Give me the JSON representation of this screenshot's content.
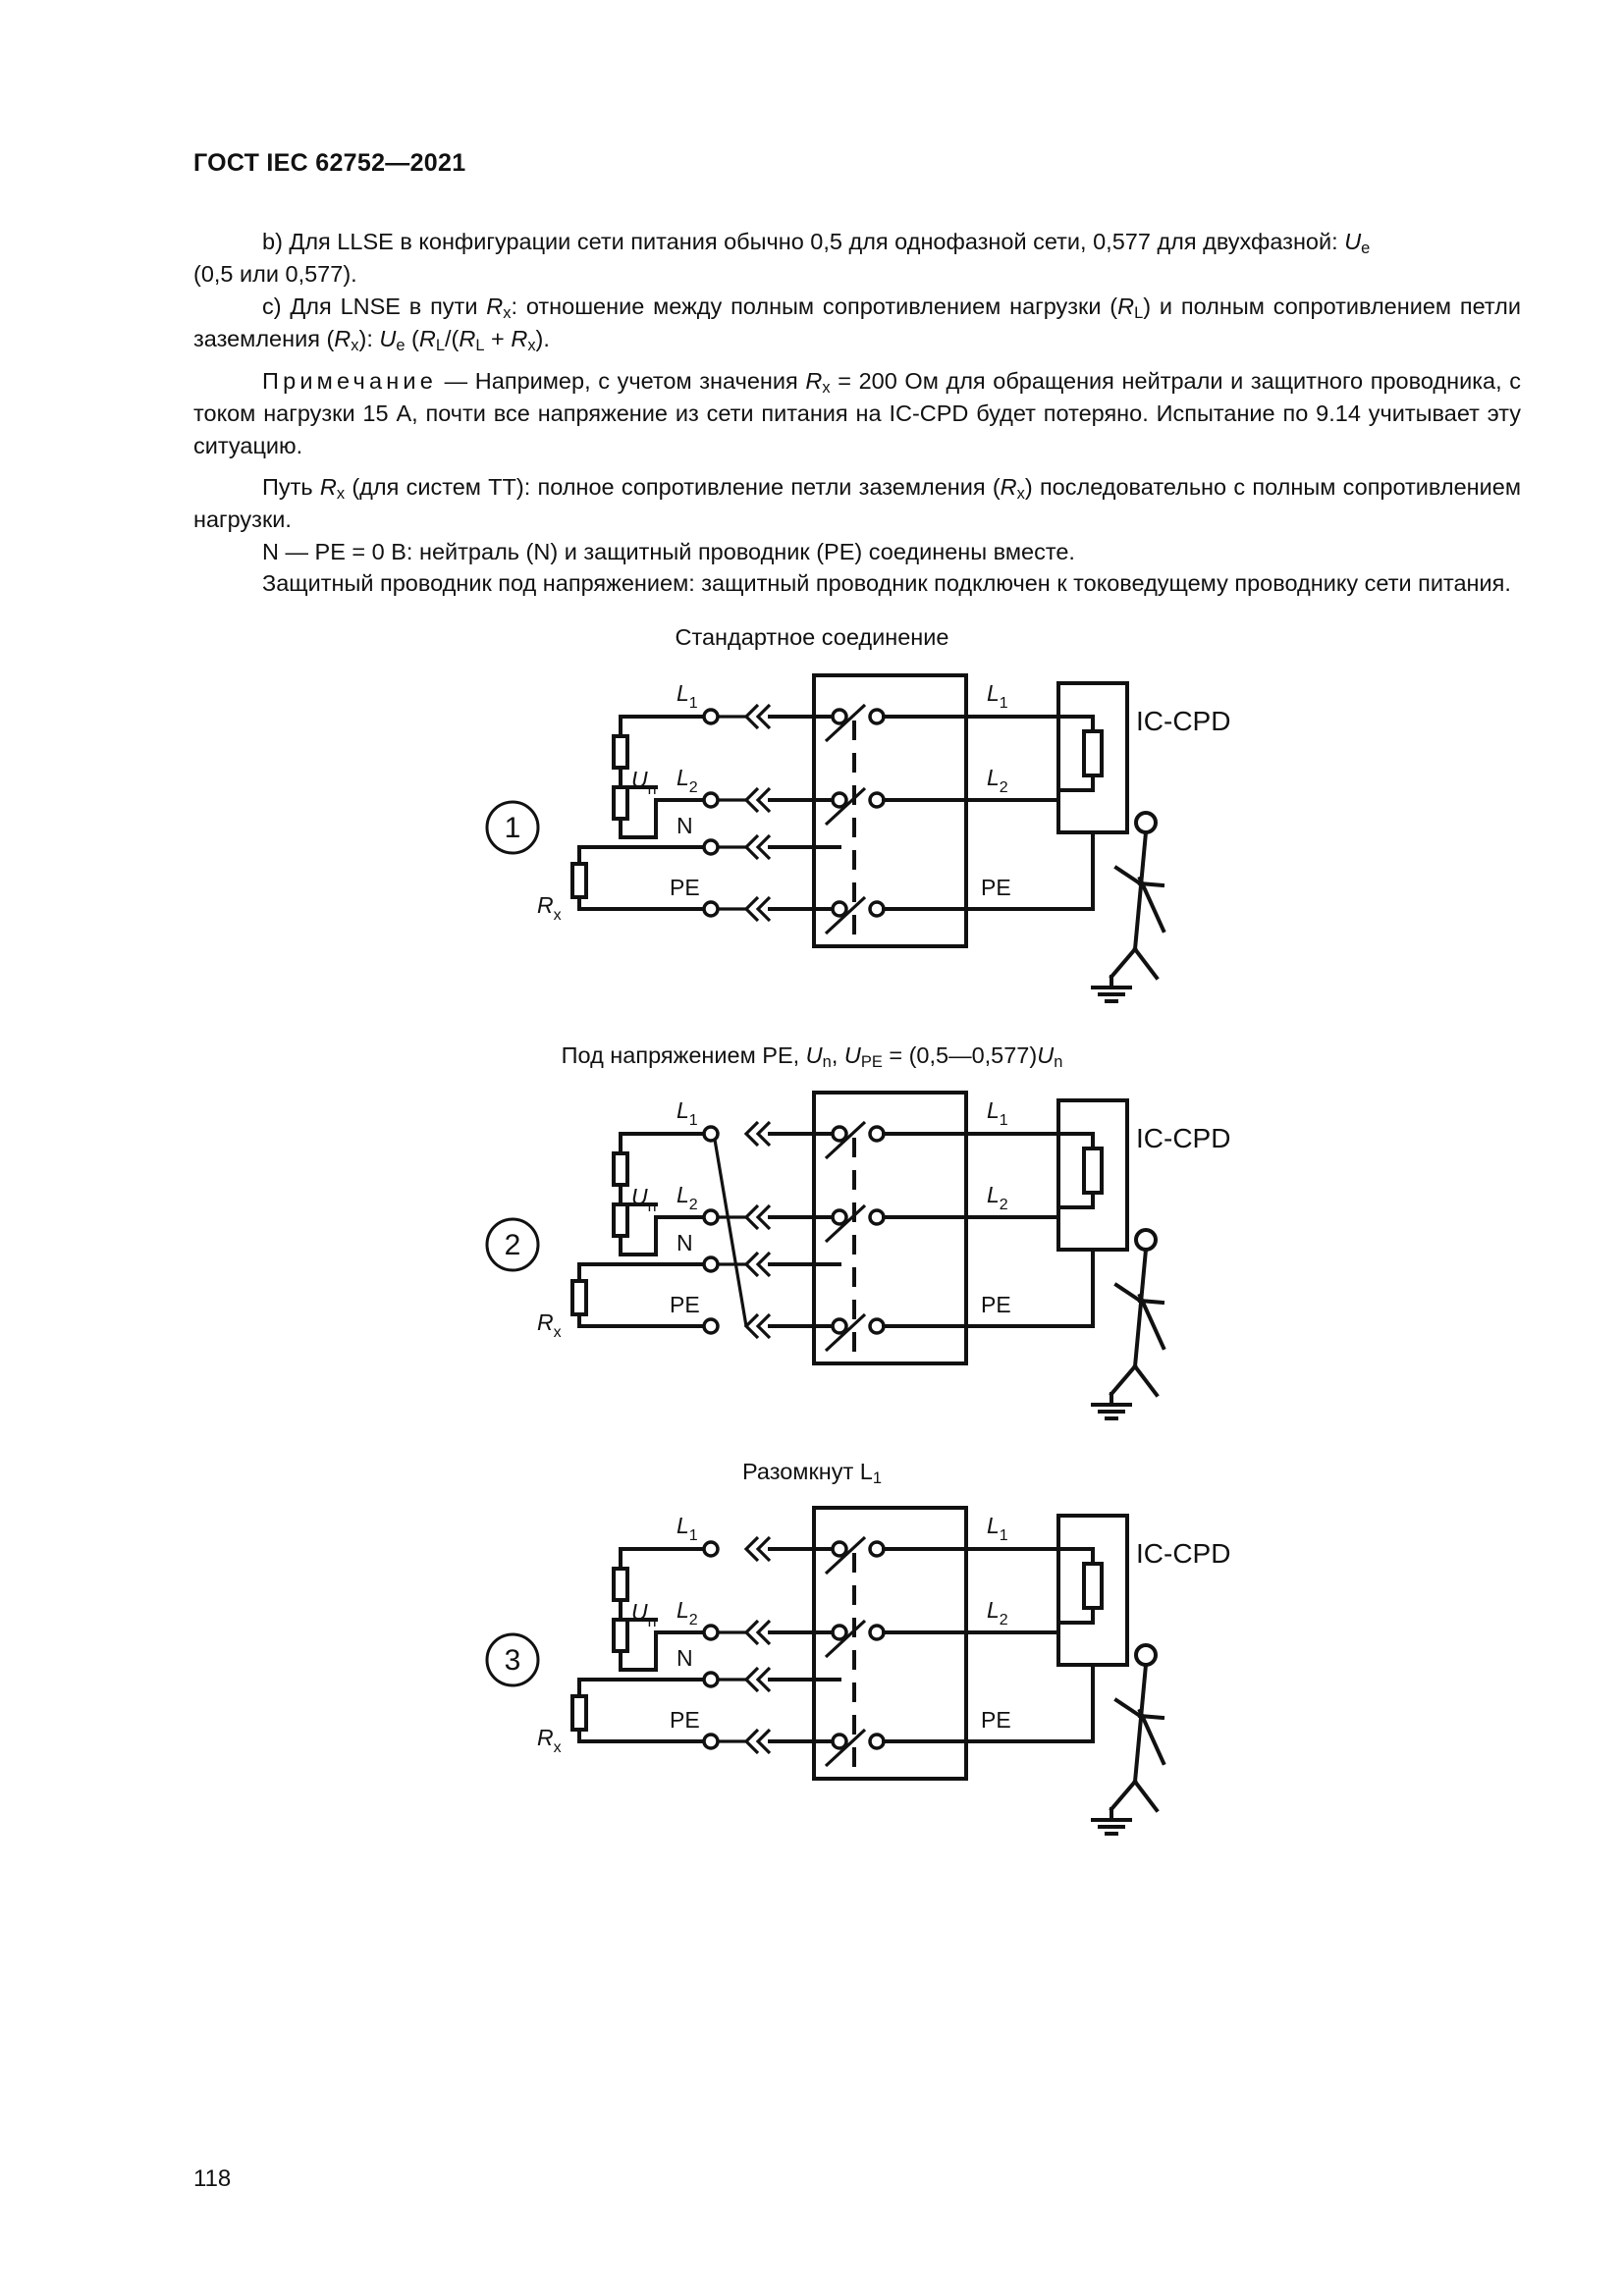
{
  "header": {
    "title": "ГОСТ IEC 62752—2021"
  },
  "paragraphs": {
    "b_a": "b) Для LLSE в конфигурации сети питания обычно 0,5 для однофазной сети, 0,577 для двухфазной: ",
    "b_u": "U",
    "b_sub": "e",
    "b_b": "(0,5 или 0,577).",
    "c_a": "c) Для LNSE в пути ",
    "c_r": "R",
    "c_rsub": "x",
    "c_b": ": отношение между полным сопротивлением нагрузки (",
    "c_rl": "R",
    "c_rlsub": "L",
    "c_c": ") и полным сопротивлением петли заземления (",
    "c_rx2": "R",
    "c_rx2sub": "x",
    "c_d": "): ",
    "c_ue": "U",
    "c_uesub": "e",
    "c_e": " (",
    "c_rl2": "R",
    "c_rl2sub": "L",
    "c_f": "/(",
    "c_rl3": "R",
    "c_rl3sub": "L",
    "c_g": " + ",
    "c_rx3": "R",
    "c_rx3sub": "x",
    "c_h": ").",
    "note_label": "Примечание",
    "note_a": " — Например, с учетом значения ",
    "note_r": "R",
    "note_rsub": "x",
    "note_b": " = 200 Ом для обращения нейтрали и защитного проводника, с током нагрузки 15 А, почти все напряжение из сети питания на IC-CPD будет потеряно. Испытание по 9.14 учитывает эту ситуацию.",
    "path_a": "Путь ",
    "path_r": "R",
    "path_rsub": "x",
    "path_b": " (для систем ТТ): полное сопротивление петли заземления (",
    "path_r2": "R",
    "path_r2sub": "x",
    "path_c": ") последовательно с полным сопротивлением нагрузки.",
    "npe": "N — PE = 0 В: нейтраль (N) и защитный проводник (PE) соединены вместе.",
    "live_pe": "Защитный проводник под напряжением: защитный проводник подключен к токоведущему проводнику сети питания."
  },
  "figures": {
    "cap1": "Стандартное соединение",
    "cap2_a": "Под напряжением PE, ",
    "cap2_u": "U",
    "cap2_usub": "n",
    "cap2_b": ", ",
    "cap2_u2": "U",
    "cap2_u2sub": "PE",
    "cap2_c": " = (0,5—0,577)",
    "cap2_u3": "U",
    "cap2_u3sub": "n",
    "cap3_a": "Разомкнут L",
    "cap3_sub": "1",
    "labels": {
      "L": "L",
      "sub1": "1",
      "sub2": "2",
      "U": "U",
      "subn": "n",
      "R": "R",
      "subx": "x",
      "N": "N",
      "PE": "PE",
      "device": "IC-CPD",
      "num1": "1",
      "num2": "2",
      "num3": "3"
    }
  },
  "page_number": "118"
}
